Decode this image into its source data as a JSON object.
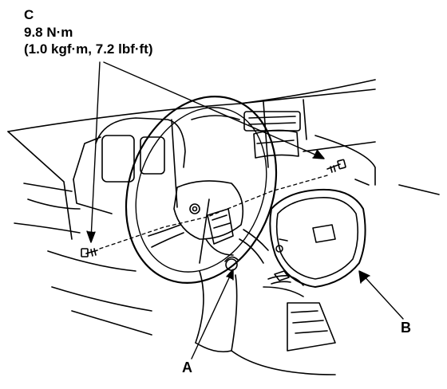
{
  "labels": {
    "c": "C",
    "torque_nm": "9.8 N·m",
    "torque_alt": "(1.0 kgf·m, 7.2 lbf·ft)",
    "a": "A",
    "b": "B"
  },
  "colors": {
    "ink": "#000000",
    "paper": "#ffffff"
  }
}
